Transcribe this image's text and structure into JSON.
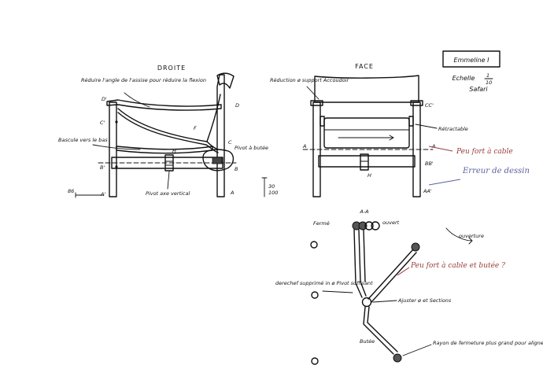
{
  "colors": {
    "ink": "#111111",
    "red_annotation": "#9b3b3b",
    "blue_annotation": "#5b5fa0"
  },
  "cartouche": {
    "name": "Emmeline I",
    "scale_label": "Echelle",
    "scale_num": "1",
    "scale_den": "10",
    "series": "Safari"
  },
  "views": {
    "side_title": "DROITE",
    "front_title": "FACE",
    "section_title": "A-A"
  },
  "side": {
    "note_angle": "Réduire l'angle de l'assise pour réduire la flexion",
    "note_bascule": "Bascule vers le bas",
    "note_pivot_butee": "Pivot à butée",
    "note_pivot_axe": "Pivot axe vertical",
    "label_D_prime": "D'",
    "label_D": "D",
    "label_C_prime": "C'",
    "label_C": "C",
    "label_F": "F",
    "label_H": "H",
    "label_B_prime": "B'",
    "label_B": "B",
    "label_A_prime": "A'",
    "label_A": "A",
    "dim_width": "86",
    "dim_height": "30",
    "dim_height_sub": "100"
  },
  "front": {
    "note_reduction": "Réduction ø support Accoudoir",
    "note_retractable": "Rétractable",
    "label_CC": "CC'",
    "label_A_left": "A",
    "label_A_right": "A",
    "label_H": "H",
    "label_AA": "AA'",
    "label_BB": "BB'"
  },
  "section": {
    "label_ferme": "Fermé",
    "label_ouvert": "ouvert",
    "label_ouverture": "ouverture",
    "note_derechef": "derechef supprimé in ø Pivot suffisant",
    "note_ajuster": "Ajuster ø et Sections",
    "note_butee": "Butée",
    "note_rayon": "Rayon de fermeture plus grand pour alignement des pivots une fois fermé"
  },
  "red_notes": {
    "peu_fort_cable": "Peu fort à cable",
    "peu_fort_cable_butee": "Peu fort à cable et butée ?"
  },
  "blue_notes": {
    "erreur_dessin": "Erreur de dessin"
  }
}
